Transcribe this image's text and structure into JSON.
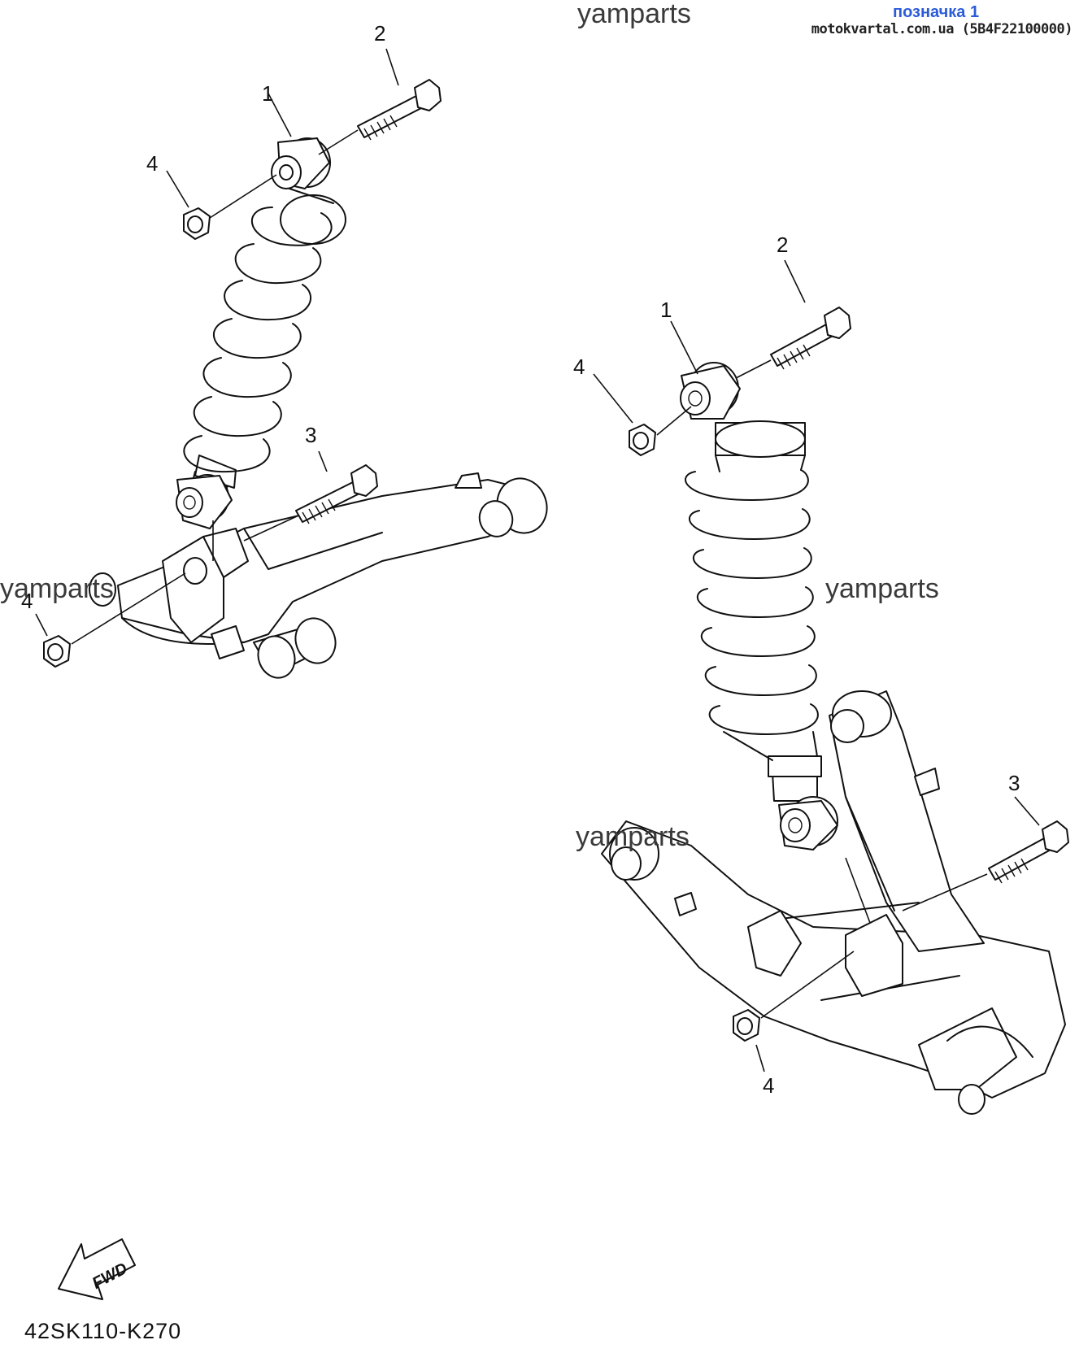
{
  "header": {
    "label": "позначка 1",
    "site": "motokvartal.com.ua (5B4F22100000)"
  },
  "watermarks": [
    "yamparts",
    "yamparts",
    "yamparts",
    "yamparts"
  ],
  "assembly_left": {
    "callouts": [
      "1",
      "2",
      "3",
      "4",
      "4"
    ]
  },
  "assembly_right": {
    "callouts": [
      "1",
      "2",
      "3",
      "4",
      "4"
    ]
  },
  "fwd_label": "FWD",
  "diagram_code": "42SK110-K270"
}
